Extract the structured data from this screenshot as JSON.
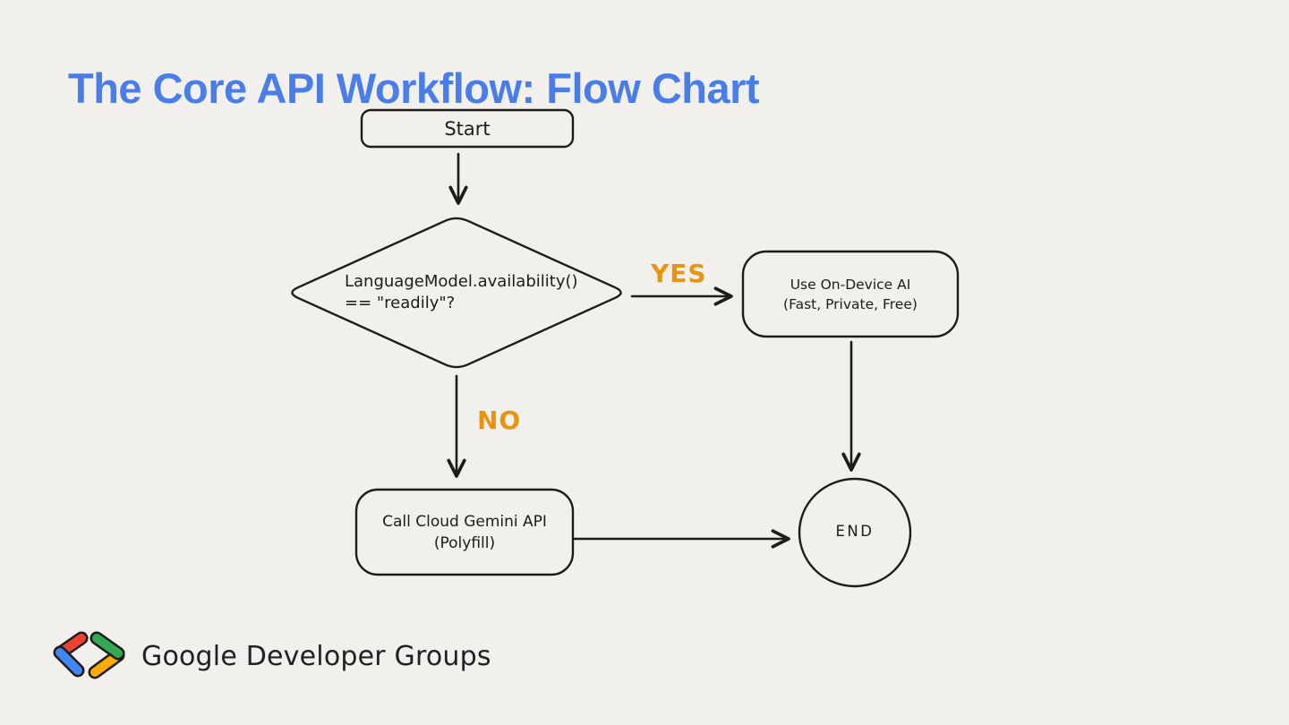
{
  "colors": {
    "background": "#f1f0ed",
    "ink": "#1d1c1a",
    "title_blue": "#4b7de6",
    "branch_orange": "#e8940e",
    "logo_red": "#ea4335",
    "logo_blue": "#4285f4",
    "logo_green": "#34a853",
    "logo_yellow": "#f9ab00",
    "logo_text": "#202124"
  },
  "title": "The Core API Workflow: Flow Chart",
  "flowchart": {
    "start_label": "Start",
    "decision_line1": "LanguageModel.availability()",
    "decision_line2": "== \"readily\"?",
    "yes_label": "YES",
    "no_label": "NO",
    "on_device_line1": "Use On-Device AI",
    "on_device_line2": "(Fast, Private, Free)",
    "cloud_line1": "Call Cloud Gemini API",
    "cloud_line2": "(Polyfill)",
    "end_label": "END"
  },
  "footer": {
    "logo_name": "Google Developer Groups"
  }
}
